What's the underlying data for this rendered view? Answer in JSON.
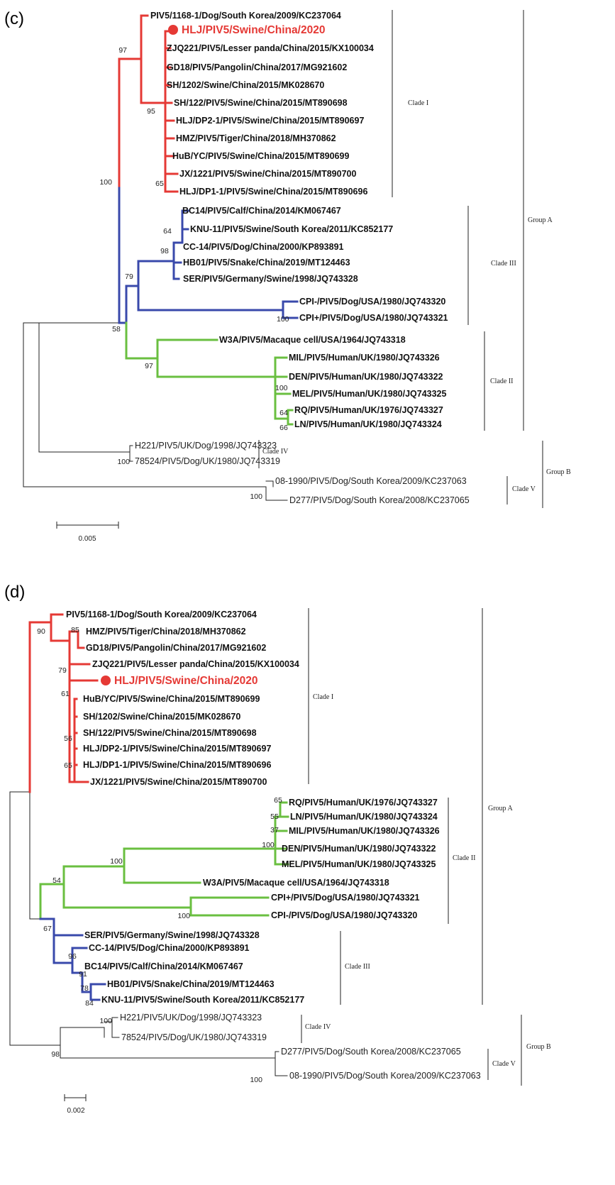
{
  "panels": [
    {
      "label": "(c)",
      "scale_bar": "0.005",
      "group_labels": {
        "clade1": "Clade I",
        "clade3": "Clade III",
        "clade2": "Clade II",
        "clade4": "Clade IV",
        "clade5": "Clade V",
        "groupA": "Group A",
        "groupB": "Group B"
      },
      "bootstraps": {
        "b97": "97",
        "b95": "95",
        "b65": "65",
        "b100a": "100",
        "b64": "64",
        "b98": "98",
        "b79": "79",
        "b100c": "100",
        "b58": "58",
        "b97b": "97",
        "b100d": "100",
        "b64b": "64",
        "b66": "66",
        "b100e": "100",
        "b100f": "100"
      },
      "leaves": [
        "PIV5/1168-1/Dog/South Korea/2009/KC237064",
        "HLJ/PIV5/Swine/China/2020",
        "ZJQ221/PIV5/Lesser panda/China/2015/KX100034",
        "GD18/PIV5/Pangolin/China/2017/MG921602",
        "SH/1202/Swine/China/2015/MK028670",
        "SH/122/PIV5/Swine/China/2015/MT890698",
        "HLJ/DP2-1/PIV5/Swine/China/2015/MT890697",
        "HMZ/PIV5/Tiger/China/2018/MH370862",
        "HuB/YC/PIV5/Swine/China/2015/MT890699",
        "JX/1221/PIV5/Swine/China/2015/MT890700",
        "HLJ/DP1-1/PIV5/Swine/China/2015/MT890696",
        "BC14/PIV5/Calf/China/2014/KM067467",
        "KNU-11/PIV5/Swine/South Korea/2011/KC852177",
        "CC-14/PIV5/Dog/China/2000/KP893891",
        "HB01/PIV5/Snake/China/2019/MT124463",
        "SER/PIV5/Germany/Swine/1998/JQ743328",
        "CPI-/PIV5/Dog/USA/1980/JQ743320",
        "CPI+/PIV5/Dog/USA/1980/JQ743321",
        "W3A/PIV5/Macaque cell/USA/1964/JQ743318",
        "MIL/PIV5/Human/UK/1980/JQ743326",
        "DEN/PIV5/Human/UK/1980/JQ743322",
        "MEL/PIV5/Human/UK/1980/JQ743325",
        "RQ/PIV5/Human/UK/1976/JQ743327",
        "LN/PIV5/Human/UK/1980/JQ743324",
        "H221/PIV5/UK/Dog/1998/JQ743323",
        "78524/PIV5/Dog/UK/1980/JQ743319",
        "08-1990/PIV5/Dog/South Korea/2009/KC237063",
        "D277/PIV5/Dog/South Korea/2008/KC237065"
      ]
    },
    {
      "label": "(d)",
      "scale_bar": "0.002",
      "group_labels": {
        "clade1": "Clade I",
        "clade2": "Clade II",
        "clade3": "Clade III",
        "clade4": "Clade IV",
        "clade5": "Clade V",
        "groupA": "Group A",
        "groupB": "Group B"
      },
      "bootstraps": {
        "b90": "90",
        "b85": "85",
        "b79": "79",
        "b61": "61",
        "b56": "56",
        "b65": "65",
        "b65b": "65",
        "b55": "55",
        "b37": "37",
        "b100a": "100",
        "b100b": "100",
        "b54": "54",
        "b100c": "100",
        "b67": "67",
        "b96": "96",
        "b91": "91",
        "b78": "78",
        "b84": "84",
        "b100d": "100",
        "b98": "98",
        "b100e": "100"
      },
      "leaves": [
        "PIV5/1168-1/Dog/South Korea/2009/KC237064",
        "HMZ/PIV5/Tiger/China/2018/MH370862",
        "GD18/PIV5/Pangolin/China/2017/MG921602",
        "ZJQ221/PIV5/Lesser panda/China/2015/KX100034",
        "HLJ/PIV5/Swine/China/2020",
        "HuB/YC/PIV5/Swine/China/2015/MT890699",
        "SH/1202/Swine/China/2015/MK028670",
        "SH/122/PIV5/Swine/China/2015/MT890698",
        "HLJ/DP2-1/PIV5/Swine/China/2015/MT890697",
        "HLJ/DP1-1/PIV5/Swine/China/2015/MT890696",
        "JX/1221/PIV5/Swine/China/2015/MT890700",
        "RQ/PIV5/Human/UK/1976/JQ743327",
        "LN/PIV5/Human/UK/1980/JQ743324",
        "MIL/PIV5/Human/UK/1980/JQ743326",
        "DEN/PIV5/Human/UK/1980/JQ743322",
        "MEL/PIV5/Human/UK/1980/JQ743325",
        "W3A/PIV5/Macaque cell/USA/1964/JQ743318",
        "CPI+/PIV5/Dog/USA/1980/JQ743321",
        "CPI-/PIV5/Dog/USA/1980/JQ743320",
        "SER/PIV5/Germany/Swine/1998/JQ743328",
        "CC-14/PIV5/Dog/China/2000/KP893891",
        "BC14/PIV5/Calf/China/2014/KM067467",
        "HB01/PIV5/Snake/China/2019/MT124463",
        "KNU-11/PIV5/Swine/South Korea/2011/KC852177",
        "H221/PIV5/UK/Dog/1998/JQ743323",
        "78524/PIV5/Dog/UK/1980/JQ743319",
        "D277/PIV5/Dog/South Korea/2008/KC237065",
        "08-1990/PIV5/Dog/South Korea/2009/KC237063"
      ]
    }
  ],
  "colors": {
    "clade1": "#e53935",
    "clade2": "#6abf40",
    "clade3": "#3949ab",
    "other": "#222222"
  }
}
